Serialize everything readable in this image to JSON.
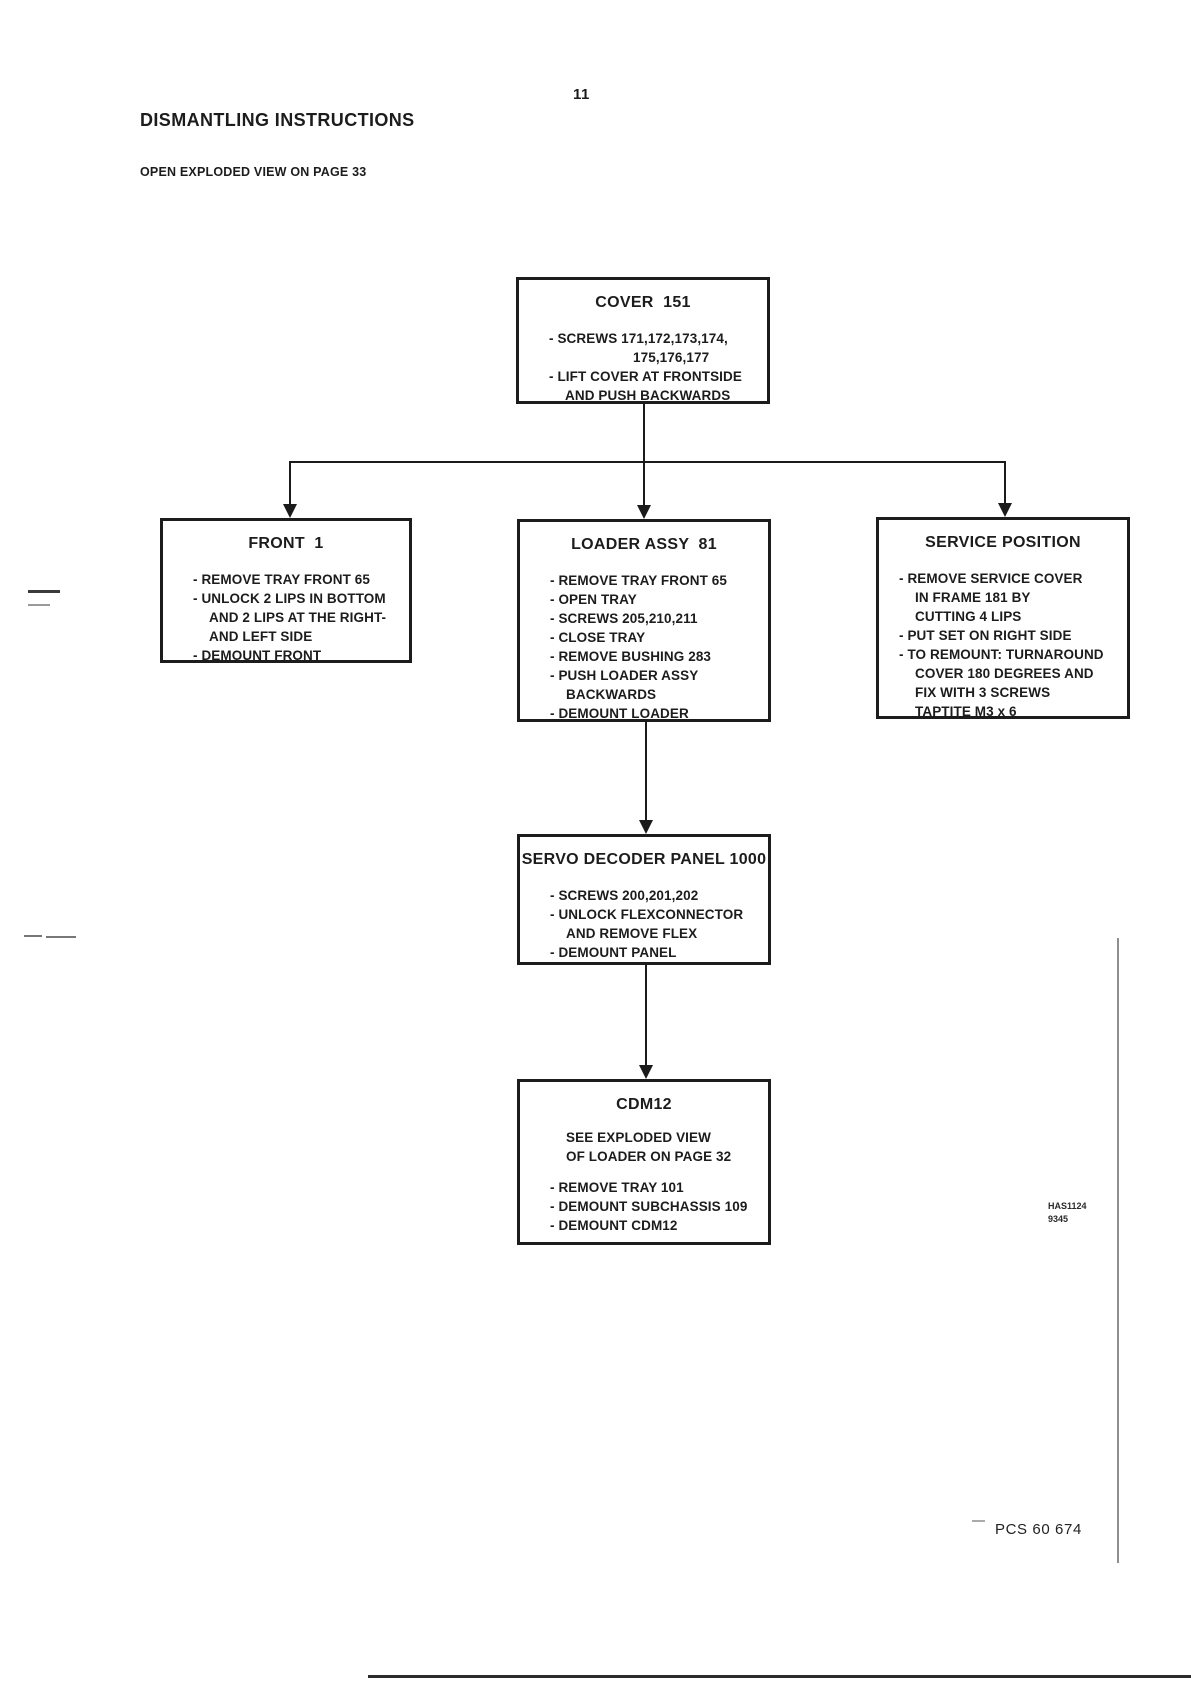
{
  "page": {
    "number": "11",
    "title": "DISMANTLING INSTRUCTIONS",
    "subtitle": "OPEN EXPLODED VIEW ON PAGE 33",
    "drawing_ref_line1": "HAS1124",
    "drawing_ref_line2": "9345",
    "footer_code": "PCS 60 674"
  },
  "flowchart": {
    "cover": {
      "title": "COVER  151",
      "lines": [
        "- SCREWS 171,172,173,174,",
        "175,176,177",
        "- LIFT COVER AT FRONTSIDE",
        "AND PUSH BACKWARDS"
      ]
    },
    "front": {
      "title": "FRONT  1",
      "lines": [
        "- REMOVE TRAY FRONT 65",
        "- UNLOCK 2 LIPS IN BOTTOM",
        "AND 2 LIPS AT THE RIGHT-",
        "AND LEFT SIDE",
        "- DEMOUNT FRONT"
      ]
    },
    "loader": {
      "title": "LOADER ASSY  81",
      "lines": [
        "- REMOVE TRAY FRONT 65",
        "- OPEN TRAY",
        "- SCREWS 205,210,211",
        "- CLOSE TRAY",
        "- REMOVE BUSHING 283",
        "- PUSH LOADER ASSY",
        "BACKWARDS",
        "- DEMOUNT LOADER"
      ]
    },
    "service": {
      "title": "SERVICE POSITION",
      "lines": [
        "- REMOVE SERVICE COVER",
        "IN FRAME 181 BY",
        "CUTTING 4 LIPS",
        "- PUT SET ON RIGHT SIDE",
        "- TO REMOUNT: TURNAROUND",
        "COVER 180 DEGREES AND",
        "FIX WITH 3 SCREWS",
        "TAPTITE M3 x 6"
      ]
    },
    "servo": {
      "title": "SERVO DECODER PANEL 1000",
      "lines": [
        "- SCREWS 200,201,202",
        "- UNLOCK FLEXCONNECTOR",
        "AND REMOVE FLEX",
        "- DEMOUNT PANEL"
      ]
    },
    "cdm12": {
      "title": "CDM12",
      "notes": [
        "SEE EXPLODED VIEW",
        "OF LOADER ON PAGE 32"
      ],
      "lines": [
        "- REMOVE TRAY 101",
        "- DEMOUNT SUBCHASSIS 109",
        "- DEMOUNT CDM12"
      ]
    }
  },
  "colors": {
    "ink": "#1c1c1c",
    "paper": "#ffffff"
  }
}
